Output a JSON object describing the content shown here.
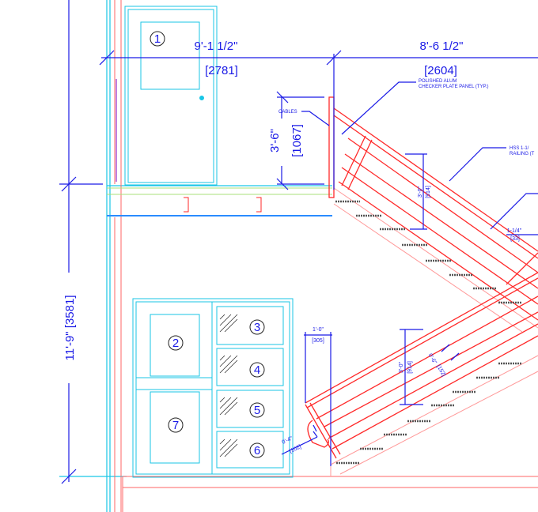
{
  "drawing": {
    "dimensions": {
      "left_span": "9'-1 1/2\"",
      "left_span_mm": "[2781]",
      "right_span": "8'-6 1/2\"",
      "right_span_mm": "[2604]",
      "overall_height": "11'-9\" [3581]",
      "rail_height": "3'-6\"",
      "rail_height_mm": "[1067]",
      "upper_guard": "3'-0\"",
      "upper_guard_mm": "[914]",
      "lower_guard": "3'-0\"",
      "lower_guard_mm": "[914]",
      "offset": "1'-0\"",
      "offset_mm": "[305]",
      "rail_gap": "1-1/4\"",
      "rail_gap_mm": "[33]",
      "cable_spacing": "0'-6\"",
      "cable_spacing_mm": "[152]",
      "end_gap": "0'-4\"",
      "end_gap_mm": "[102]"
    },
    "notes": {
      "panel_line1": "POLISHED ALUM",
      "panel_line2": "CHECKER PLATE PANEL (TYP.)",
      "cables": "CABLES",
      "railing_line1": "HSS 1-1/",
      "railing_line2": "RAILING (T"
    },
    "tags": [
      "1",
      "2",
      "3",
      "4",
      "5",
      "6",
      "7"
    ],
    "colors": {
      "dimension": "#1a1ae6",
      "stair": "#ff2a2a",
      "wall": "#19c6e6",
      "green": "#a8e07a"
    }
  }
}
